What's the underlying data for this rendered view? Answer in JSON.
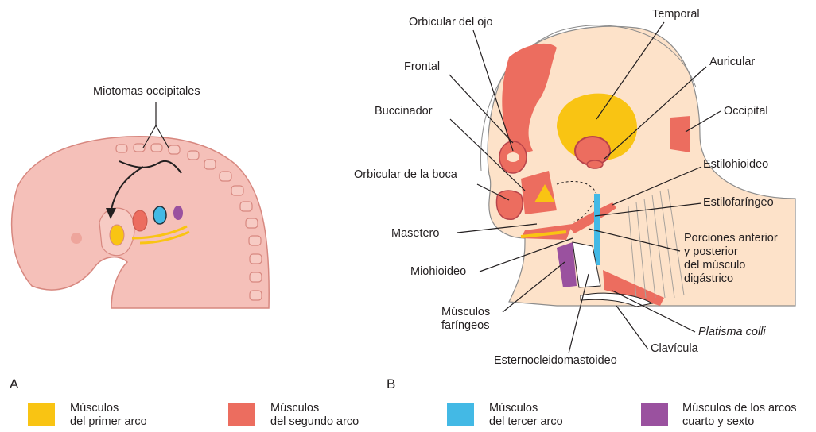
{
  "panel_a": {
    "letter": "A",
    "label_occipital": "Miotomas occipitales"
  },
  "panel_b": {
    "letter": "B",
    "labels": {
      "orbicular_ojo": "Orbicular del ojo",
      "frontal": "Frontal",
      "buccinador": "Buccinador",
      "orbicular_boca": "Orbicular de la boca",
      "masetero": "Masetero",
      "miohioideo": "Miohioideo",
      "faringeos": "Músculos\nfaríngeos",
      "esterno": "Esternocleidomastoideo",
      "temporal": "Temporal",
      "auricular": "Auricular",
      "occipital": "Occipital",
      "estilohioideo": "Estilohioideo",
      "estilofaringeo": "Estilofaríngeo",
      "digastrico": "Porciones anterior\ny posterior\ndel músculo\ndigástrico",
      "platisma": "Platisma colli",
      "clavicula": "Clavícula"
    }
  },
  "legend": [
    {
      "text": "Músculos\ndel primer arco",
      "color": "#f9c413"
    },
    {
      "text": "Músculos\ndel segundo arco",
      "color": "#ec6d5f"
    },
    {
      "text": "Músculos\ndel tercer arco",
      "color": "#43b9e5"
    },
    {
      "text": "Músculos de los arcos\ncuarto y sexto",
      "color": "#9a519f"
    }
  ],
  "colors": {
    "embryo_skin": "#f5c0b9",
    "embryo_edge": "#d7877f",
    "head_skin": "#fde2c9",
    "muscle_red": "#ec6d5f",
    "muscle_yellow": "#f9c413",
    "muscle_blue": "#43b9e5",
    "muscle_purple": "#9a519f"
  }
}
